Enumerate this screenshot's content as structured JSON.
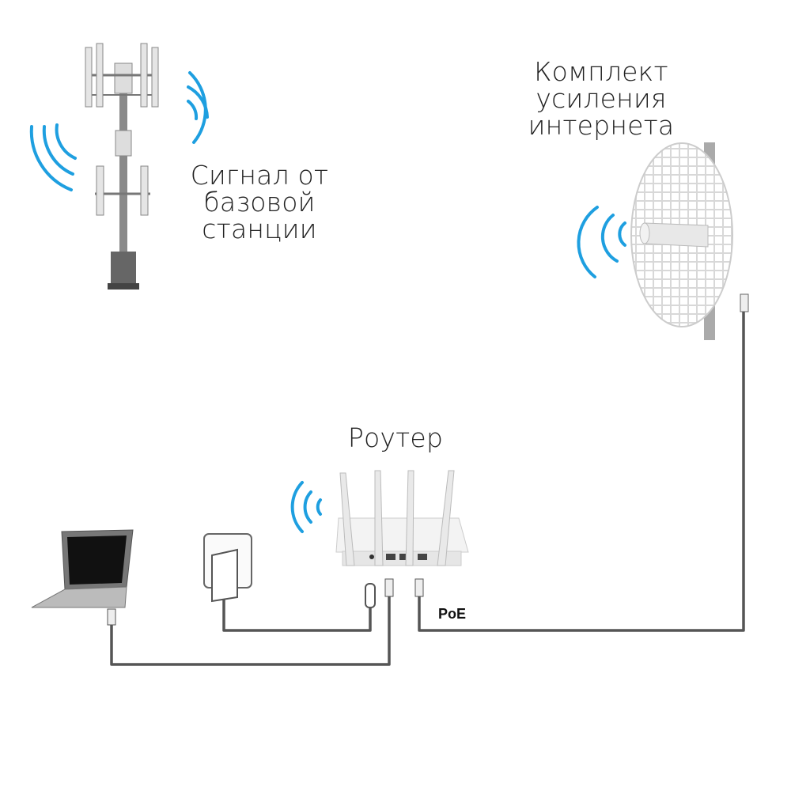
{
  "labels": {
    "tower": [
      "Сигнал от",
      "базовой",
      "станции"
    ],
    "kit": [
      "Комплект",
      "усиления",
      "интернета"
    ],
    "router": "Роутер",
    "poe": "PoE"
  },
  "colors": {
    "signal_waves": "#1e9fe0",
    "cable": "#555555",
    "text": "#222222"
  }
}
